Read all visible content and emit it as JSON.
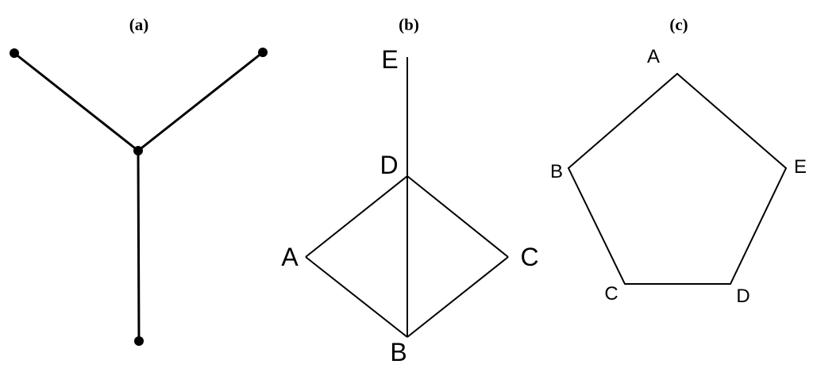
{
  "panels": {
    "a": {
      "title": "(a)",
      "node_color": "#000000"
    },
    "b": {
      "title": "(b)",
      "labels": {
        "A": "A",
        "B": "B",
        "C": "C",
        "D": "D",
        "E": "E"
      },
      "edges": [
        [
          "D",
          "E"
        ],
        [
          "D",
          "A"
        ],
        [
          "D",
          "C"
        ],
        [
          "D",
          "B"
        ],
        [
          "A",
          "B"
        ],
        [
          "C",
          "B"
        ]
      ]
    },
    "c": {
      "title": "(c)",
      "labels": {
        "A": "A",
        "B": "B",
        "C": "C",
        "D": "D",
        "E": "E"
      },
      "cycle": [
        "A",
        "E",
        "D",
        "C",
        "B"
      ]
    }
  }
}
